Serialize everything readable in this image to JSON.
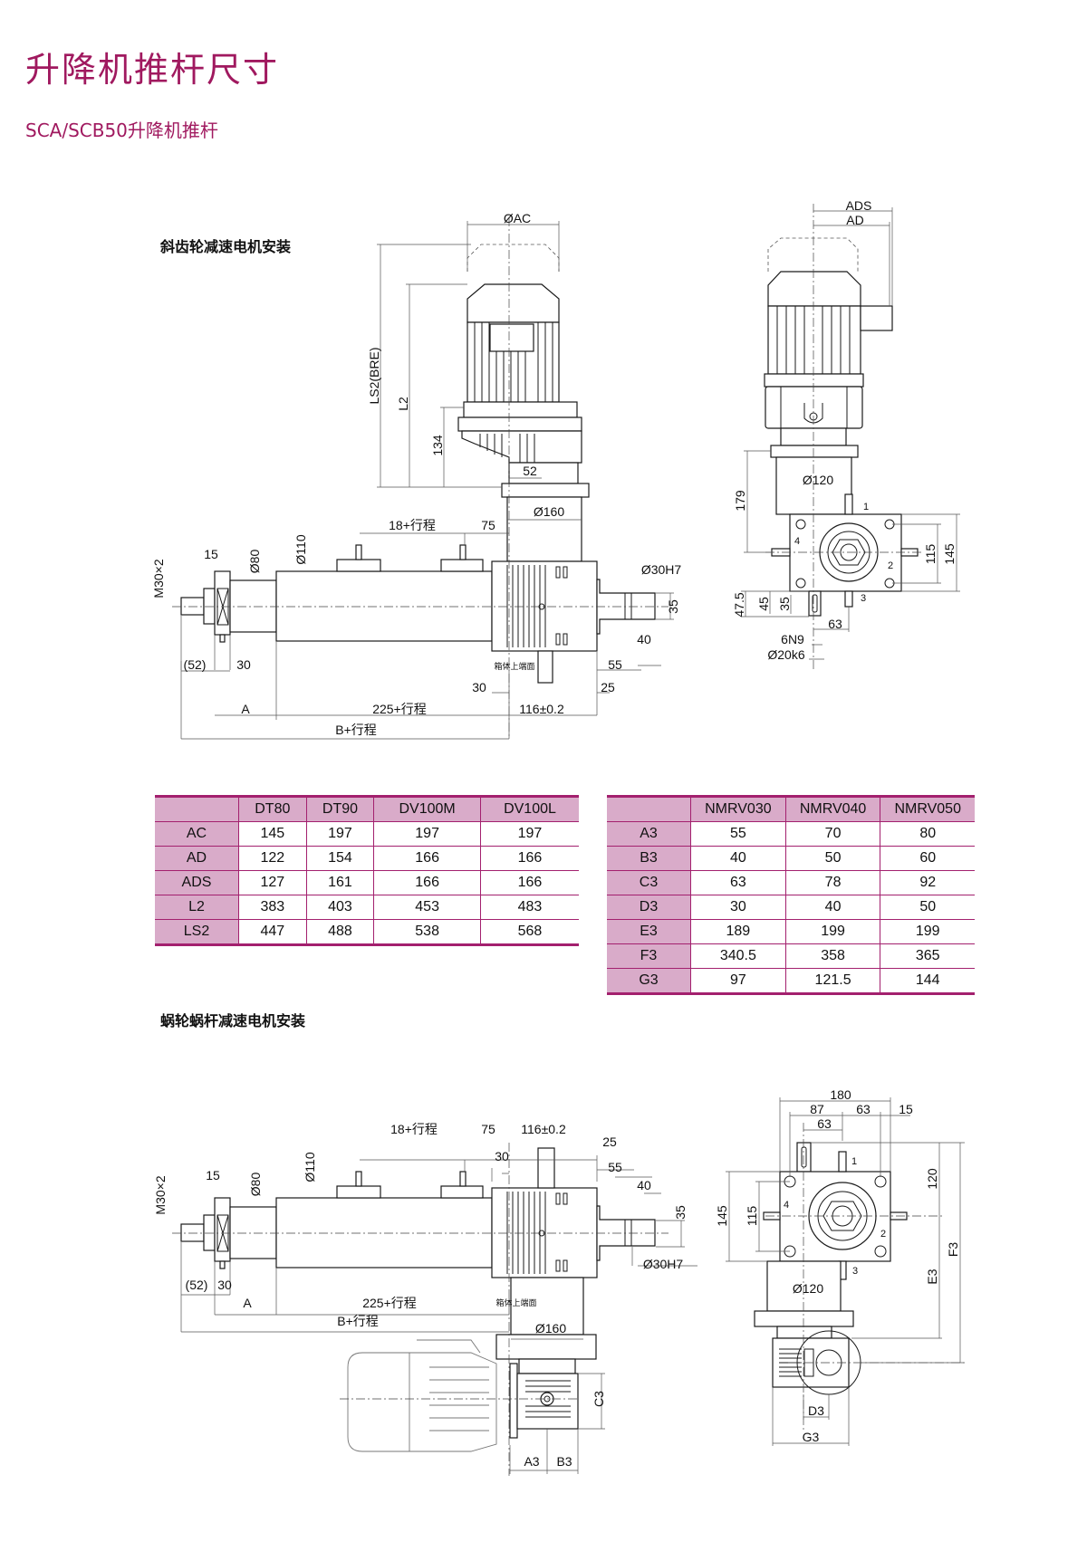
{
  "title": "升降机推杆尺寸",
  "subtitle": "SCA/SCB50升降机推杆",
  "helical": {
    "label": "斜齿轮减速电机安装",
    "front": {
      "ac": "ØAC",
      "ls2": "LS2(BRE)",
      "l2": "L2",
      "d134": "134",
      "d52": "52",
      "d160": "Ø160",
      "stroke18": "18+行程",
      "d75": "75",
      "d110": "Ø110",
      "d80": "Ø80",
      "d15": "15",
      "m30": "M30×2",
      "d30h7": "Ø30H7",
      "d35": "35",
      "d40": "40",
      "d52p": "(52)",
      "d30a": "30",
      "housing_top": "箱体上端面",
      "d55": "55",
      "d30b": "30",
      "d25": "25",
      "a": "A",
      "stroke225": "225+行程",
      "d116": "116±0.2",
      "b": "B+行程"
    },
    "side": {
      "ads": "ADS",
      "ad": "AD",
      "d120": "Ø120",
      "d179": "179",
      "d115": "115",
      "d145": "145",
      "d47": "47.5",
      "d45": "45",
      "d35": "35",
      "d63": "63",
      "key": "6N9",
      "shaft": "Ø20k6",
      "p1": "1",
      "p2": "2",
      "p3": "3",
      "p4": "4"
    }
  },
  "worm": {
    "label": "蜗轮蜗杆减速电机安装",
    "front": {
      "stroke18": "18+行程",
      "d75": "75",
      "d116": "116±0.2",
      "d25": "25",
      "d30": "30",
      "d55": "55",
      "d40": "40",
      "d35": "35",
      "d30h7": "Ø30H7",
      "m30": "M30×2",
      "d15": "15",
      "d80": "Ø80",
      "d110": "Ø110",
      "d52p": "(52)",
      "d30a": "30",
      "a": "A",
      "stroke225": "225+行程",
      "housing_top": "箱体上端面",
      "b": "B+行程",
      "d160": "Ø160",
      "c3": "C3",
      "a3": "A3",
      "b3": "B3"
    },
    "side": {
      "d180": "180",
      "d87": "87",
      "d63a": "63",
      "d15": "15",
      "d63b": "63",
      "d120": "120",
      "d145": "145",
      "d115": "115",
      "e3": "E3",
      "f3": "F3",
      "d120dia": "Ø120",
      "d3": "D3",
      "g3": "G3",
      "p1": "1",
      "p2": "2",
      "p3": "3",
      "p4": "4"
    }
  },
  "motor_table": {
    "columns": [
      "",
      "DT80",
      "DT90",
      "DV100M",
      "DV100L"
    ],
    "rows": [
      [
        "AC",
        "145",
        "197",
        "197",
        "197"
      ],
      [
        "AD",
        "122",
        "154",
        "166",
        "166"
      ],
      [
        "ADS",
        "127",
        "161",
        "166",
        "166"
      ],
      [
        "L2",
        "383",
        "403",
        "453",
        "483"
      ],
      [
        "LS2",
        "447",
        "488",
        "538",
        "568"
      ]
    ]
  },
  "worm_table": {
    "columns": [
      "",
      "NMRV030",
      "NMRV040",
      "NMRV050"
    ],
    "rows": [
      [
        "A3",
        "55",
        "70",
        "80"
      ],
      [
        "B3",
        "40",
        "50",
        "60"
      ],
      [
        "C3",
        "63",
        "78",
        "92"
      ],
      [
        "D3",
        "30",
        "40",
        "50"
      ],
      [
        "E3",
        "189",
        "199",
        "199"
      ],
      [
        "F3",
        "340.5",
        "358",
        "365"
      ],
      [
        "G3",
        "97",
        "121.5",
        "144"
      ]
    ]
  },
  "colors": {
    "accent": "#a0195f",
    "table_header": "#d9abc9",
    "table_rule": "#a3206e"
  }
}
